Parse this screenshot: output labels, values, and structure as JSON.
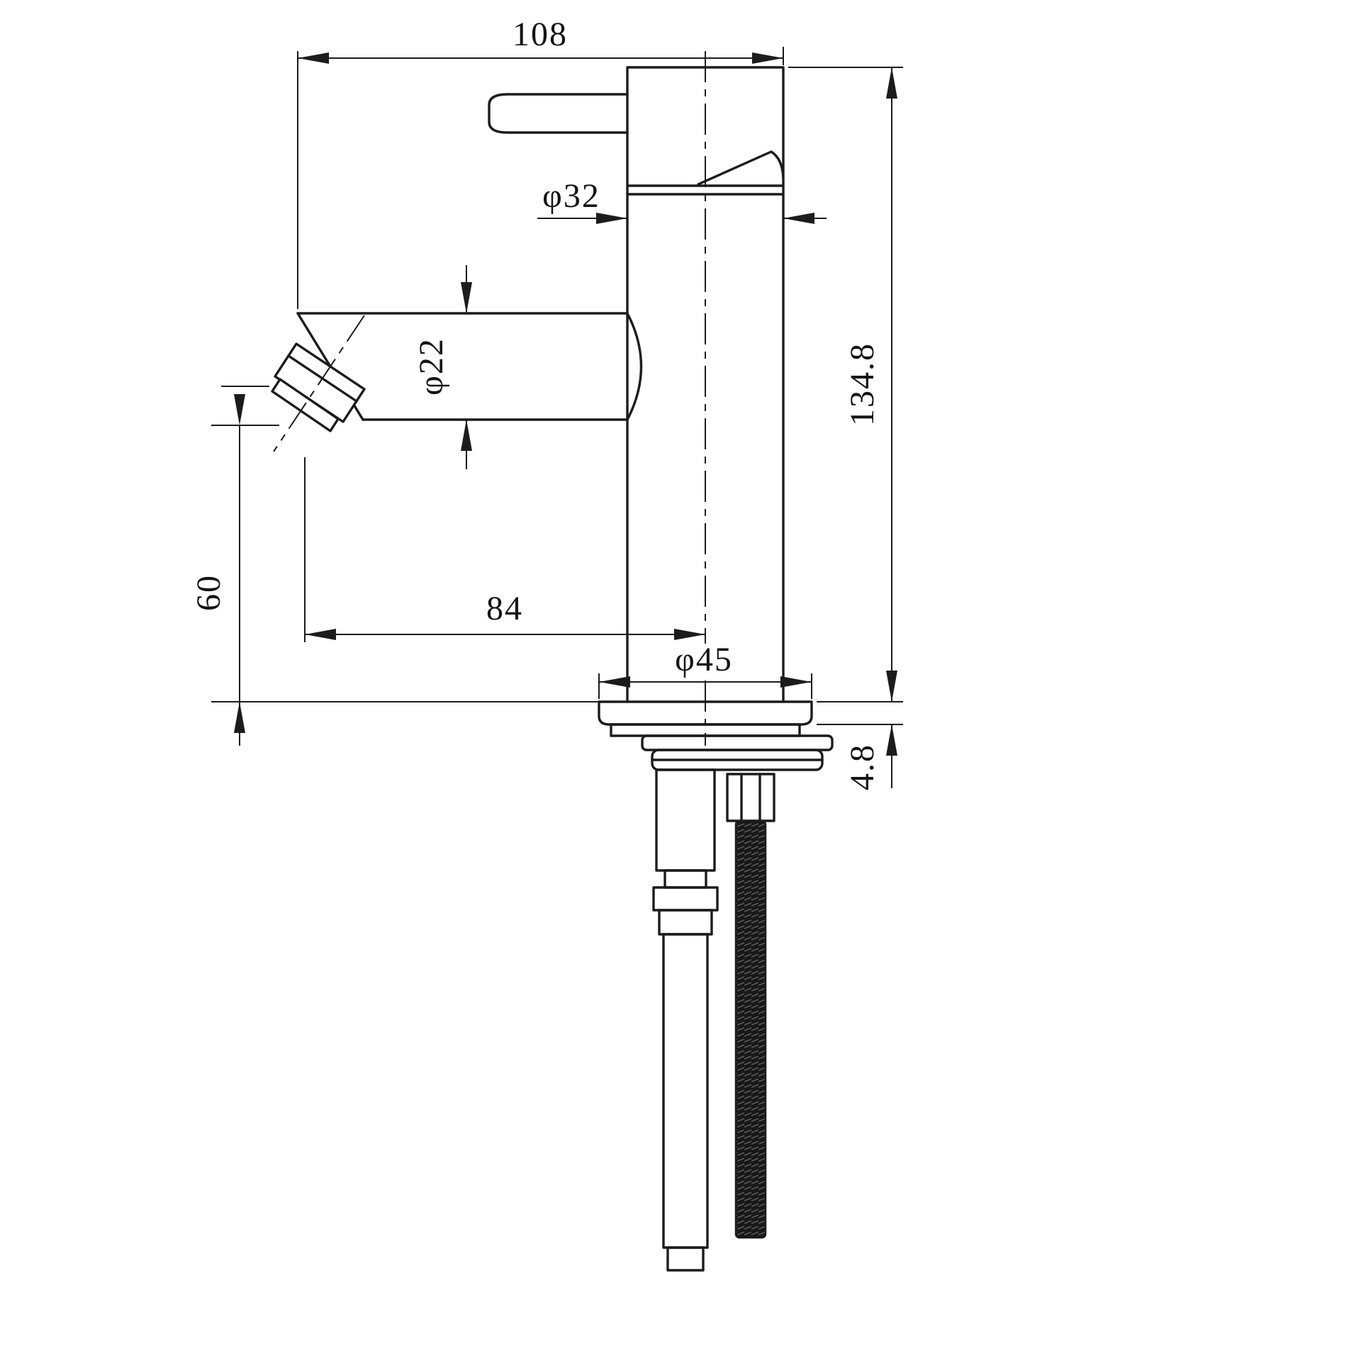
{
  "drawing": {
    "subject": "single-lever basin mixer tap",
    "view": "side elevation technical drawing",
    "units": "mm",
    "colors": {
      "line": "#1c1c1c",
      "background": "#ffffff"
    },
    "dimensions": {
      "overall_length": "108",
      "body_diameter": "φ32",
      "spout_tube_diameter": "φ22",
      "total_height": "134.8",
      "spout_outlet_height": "60",
      "spout_reach": "84",
      "base_diameter": "φ45",
      "base_plate_thickness": "4.8"
    }
  }
}
